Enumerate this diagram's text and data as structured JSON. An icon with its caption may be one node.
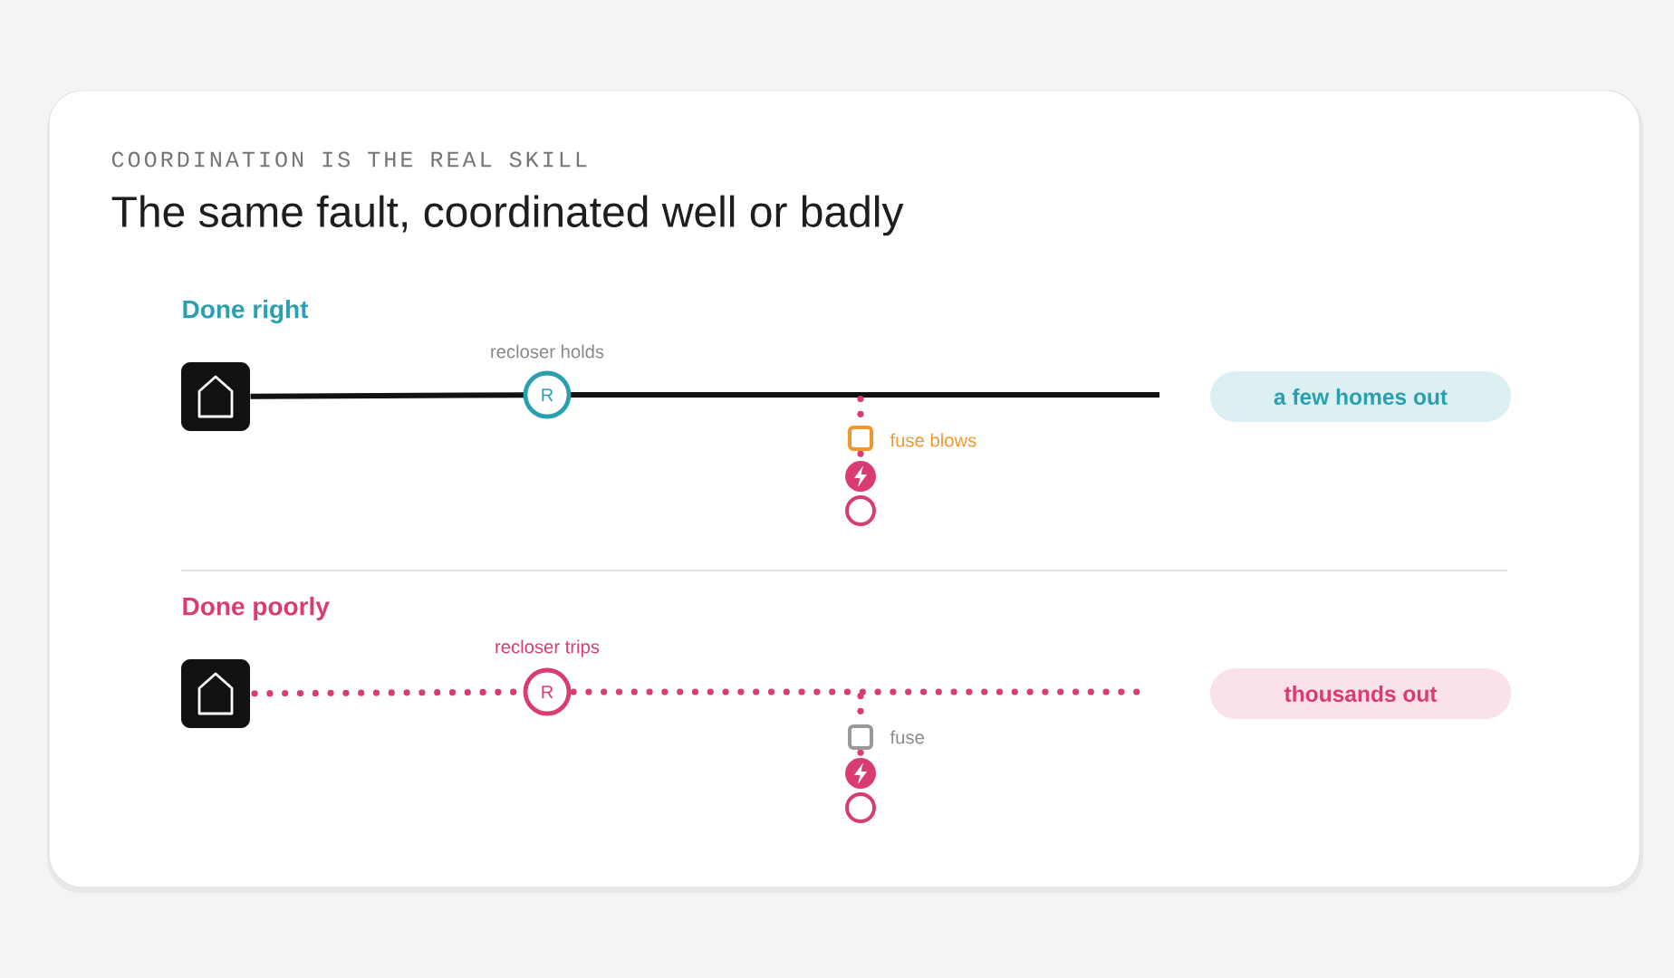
{
  "diagram": {
    "title": "The same fault, coordinated well or badly",
    "nodes": [
      {
        "text": [],
        "shape": "box"
      },
      {
        "text": [
          "R"
        ],
        "beside": [
          "recloser holds"
        ]
      },
      {
        "text": [],
        "shape": "box",
        "beside": [
          "fuse blows"
        ]
      },
      {
        "text": [],
        "shape": "circle"
      },
      {
        "text": [],
        "shape": "circle"
      },
      {
        "text": [
          "a few homes out"
        ]
      },
      {
        "text": [],
        "shape": "box"
      },
      {
        "text": [
          "R"
        ],
        "beside": [
          "recloser trips"
        ]
      },
      {
        "text": [],
        "shape": "box",
        "beside": [
          "fuse"
        ]
      },
      {
        "text": [],
        "shape": "circle"
      },
      {
        "text": [],
        "shape": "circle"
      },
      {
        "text": [
          "thousands out"
        ]
      }
    ],
    "edges": [
      {
        "from": 0,
        "to": 1,
        "arrow": "none",
        "color": "#111111"
      },
      {
        "from": 1,
        "to": null,
        "arrow": "none",
        "color": "#111111"
      },
      {
        "from": null,
        "to": 2,
        "arrow": "none",
        "style": "dashed"
      },
      {
        "from": 2,
        "to": 3,
        "arrow": "none",
        "style": "dashed"
      },
      {
        "from": 6,
        "to": 7,
        "arrow": "none",
        "style": "dashed"
      },
      {
        "from": 7,
        "to": null,
        "arrow": "none",
        "style": "dashed"
      },
      {
        "from": null,
        "to": 8,
        "arrow": "none",
        "style": "dashed"
      },
      {
        "from": 8,
        "to": 9,
        "arrow": "none",
        "style": "dashed"
      }
    ],
    "labels": [
      "COORDINATION IS THE REAL SKILL",
      "Done right",
      "Done poorly"
    ]
  }
}
